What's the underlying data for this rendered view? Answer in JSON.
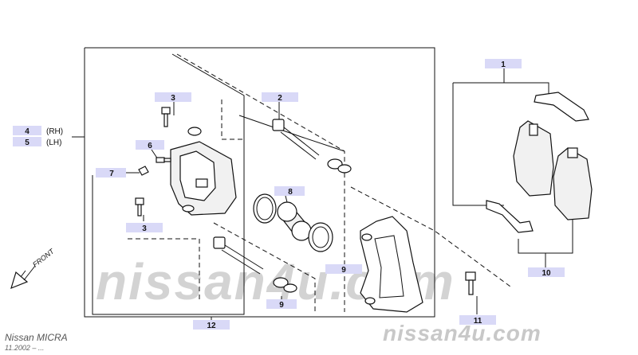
{
  "watermark": "nissan4u.com",
  "watermark_small": "nissan4u.com",
  "footer": {
    "model": "Nissan MICRA",
    "date": "11.2002 – ..."
  },
  "front_label": "FRONT",
  "callouts": {
    "c1": "1",
    "c2": "2",
    "c3a": "3",
    "c3b": "3",
    "c4": "4",
    "c4_side": "(RH)",
    "c5": "5",
    "c5_side": "(LH)",
    "c6": "6",
    "c7": "7",
    "c8": "8",
    "c9a": "9",
    "c9b": "9",
    "c10": "10",
    "c11": "11",
    "c12": "12"
  }
}
